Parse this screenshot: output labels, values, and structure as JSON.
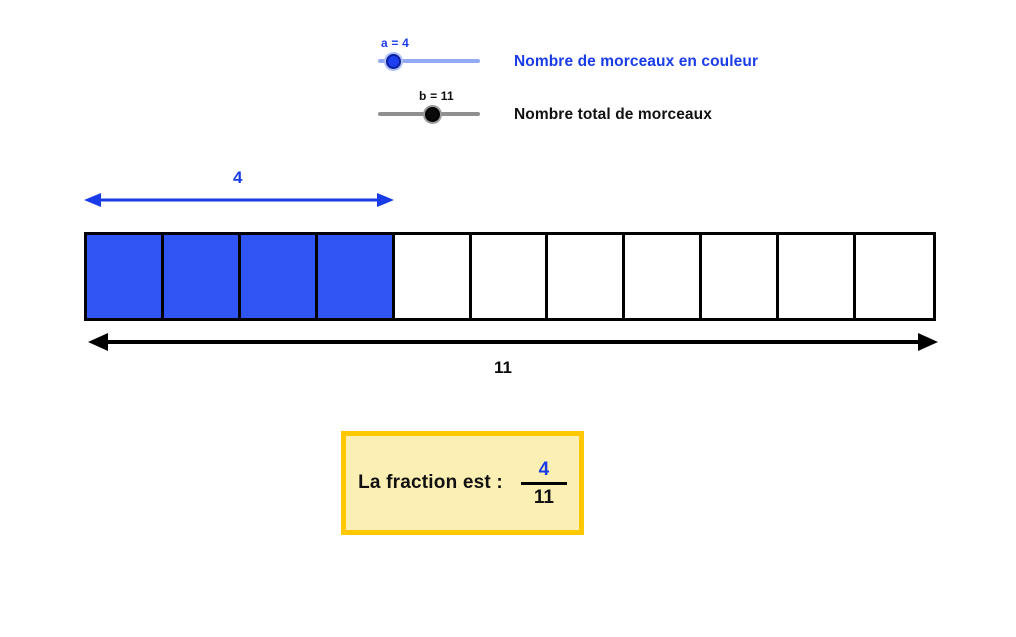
{
  "app": {
    "title": "Fraction - morceaux en couleur",
    "background_color": "#ffffff",
    "accent_blue": "#1a3ce8",
    "fill_blue": "#2f55f4",
    "box_border_yellow": "#ffc800",
    "box_fill_yellow": "#fcefb3"
  },
  "sliders": [
    {
      "id": "slider-a",
      "value_label": "a = 4",
      "caption": "Nombre de morceaux en couleur",
      "value": 4,
      "min": 0,
      "max": 11,
      "color": "#1a3ce8",
      "track_color": "#93a9f2"
    },
    {
      "id": "slider-b",
      "value_label": "b = 11",
      "caption": "Nombre total  de morceaux",
      "value": 11,
      "min": 1,
      "max": 20,
      "color": "#111111",
      "track_color": "#8f8f8f"
    }
  ],
  "diagram": {
    "numerator_measure_label": "4",
    "denominator_measure_label": "11",
    "total_cells": 11,
    "filled_cells": 4,
    "cell_fill_color": "#2f55f4",
    "cell_border_color": "#000000",
    "top_arrow_color": "#1a3ce8",
    "bottom_arrow_color": "#000000"
  },
  "result": {
    "text": "La fraction est :",
    "numerator": "4",
    "denominator": "11"
  },
  "chart_data": {
    "type": "bar",
    "title": "Fraction bar model",
    "categories": [
      "1",
      "2",
      "3",
      "4",
      "5",
      "6",
      "7",
      "8",
      "9",
      "10",
      "11"
    ],
    "values": [
      1,
      1,
      1,
      1,
      1,
      1,
      1,
      1,
      1,
      1,
      1
    ],
    "filled": [
      1,
      1,
      1,
      1,
      0,
      0,
      0,
      0,
      0,
      0,
      0
    ],
    "numerator": 4,
    "denominator": 11,
    "xlabel": "",
    "ylabel": "",
    "legend": []
  }
}
